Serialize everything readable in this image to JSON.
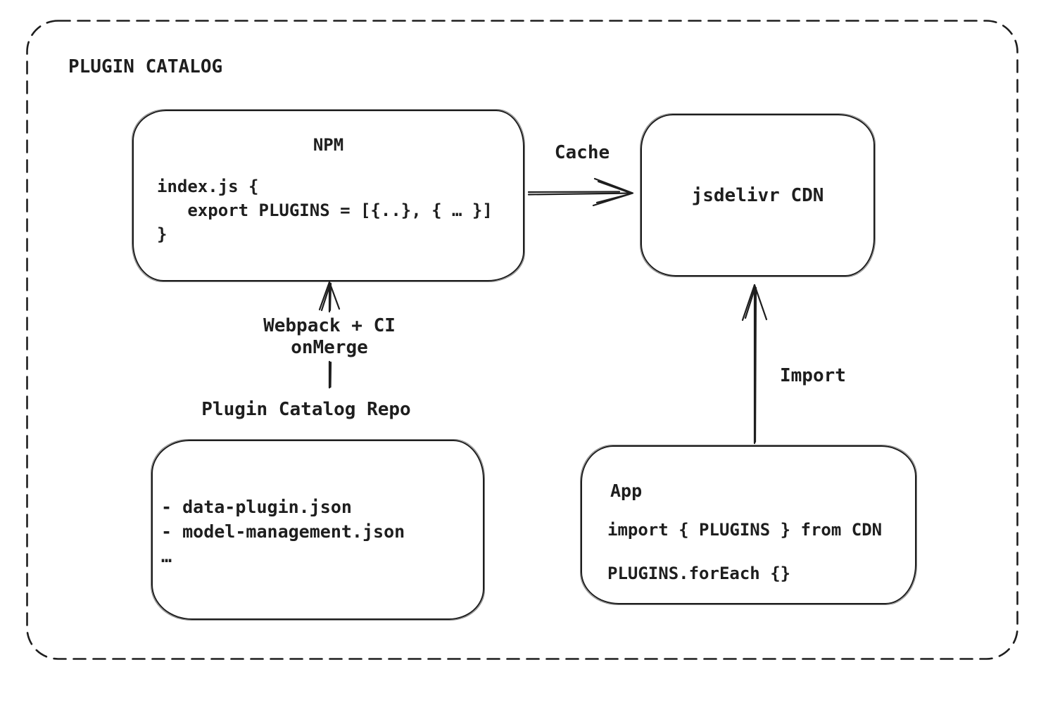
{
  "title": "PLUGIN CATALOG",
  "colors": {
    "stroke": "#1e1e1e",
    "background": "#ffffff"
  },
  "nodes": {
    "npm": {
      "title": "NPM",
      "code": [
        "index.js {",
        "   export PLUGINS = [{..}, { … }]",
        "}"
      ]
    },
    "cdn": {
      "label": "jsdelivr CDN"
    },
    "repo": {
      "label": "Plugin Catalog Repo",
      "files": [
        "- data-plugin.json",
        "- model-management.json",
        "…"
      ]
    },
    "app": {
      "title": "App",
      "code": [
        "import { PLUGINS } from CDN",
        "PLUGINS.forEach {}"
      ]
    }
  },
  "edges": {
    "cache": {
      "label": "Cache"
    },
    "build": {
      "line1": "Webpack + CI",
      "line2": "onMerge"
    },
    "import": {
      "label": "Import"
    }
  }
}
